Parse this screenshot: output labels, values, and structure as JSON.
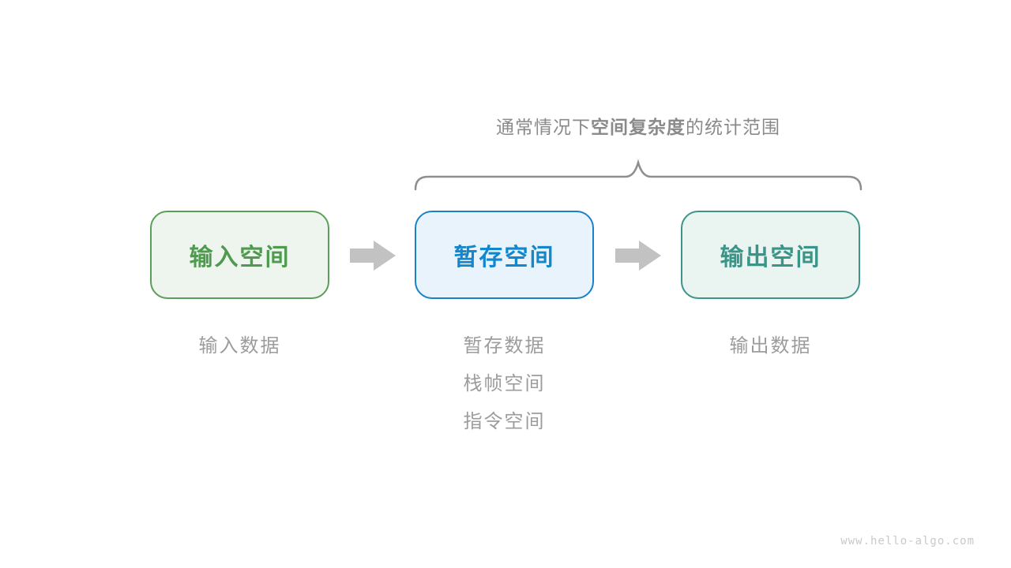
{
  "title": {
    "prefix": "通常情况下",
    "highlight": "空间复杂度",
    "suffix": "的统计范围"
  },
  "boxes": [
    {
      "id": "input-space",
      "label": "输入空间",
      "border_color": "#5A9E5A",
      "fill_color": "#EEF5EE",
      "text_color": "#4E9A4E"
    },
    {
      "id": "temp-space",
      "label": "暂存空间",
      "border_color": "#1A81C9",
      "fill_color": "#E8F3FB",
      "text_color": "#1287CE"
    },
    {
      "id": "output-space",
      "label": "输出空间",
      "border_color": "#3E9488",
      "fill_color": "#EAF4F1",
      "text_color": "#3B9488"
    }
  ],
  "annotations": [
    {
      "box": "input-space",
      "lines": [
        "输入数据"
      ]
    },
    {
      "box": "temp-space",
      "lines": [
        "暂存数据",
        "栈帧空间",
        "指令空间"
      ]
    },
    {
      "box": "output-space",
      "lines": [
        "输出数据"
      ]
    }
  ],
  "arrow_color": "#C2C2C2",
  "brace_color": "#8E8E8E",
  "watermark": "www.hello-algo.com"
}
